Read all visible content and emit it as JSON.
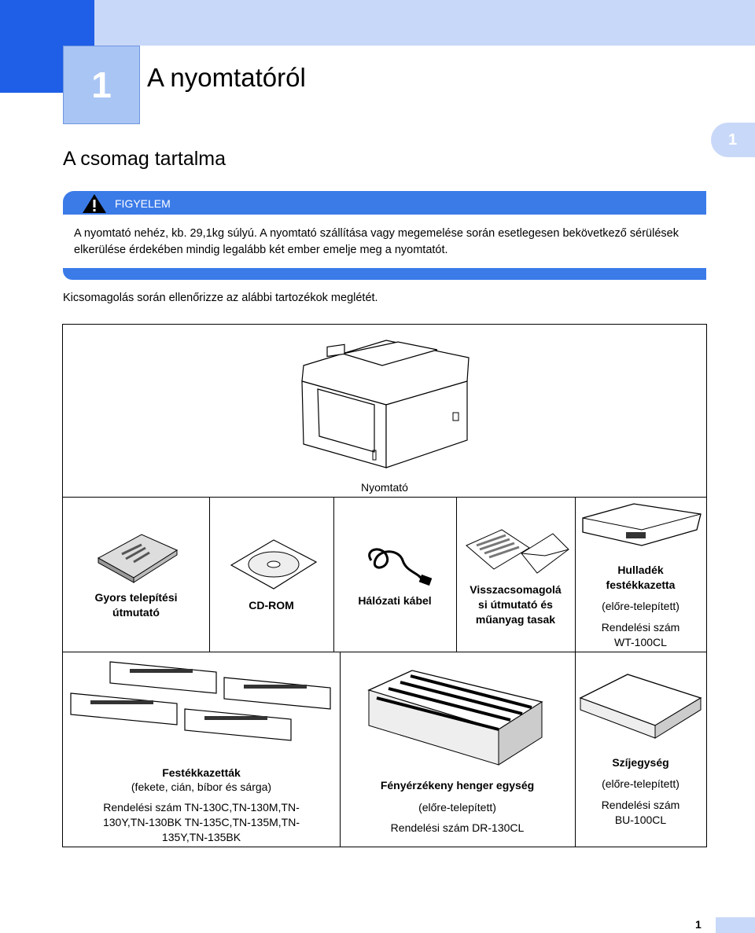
{
  "chapter": {
    "number": "1",
    "title": "A nyomtatóról",
    "side_tab": "1"
  },
  "section_title": "A csomag tartalma",
  "warning": {
    "label": "FIGYELEM",
    "icon": "warning-triangle-icon",
    "text": "A nyomtató nehéz, kb. 29,1kg súlyú. A nyomtató szállítása vagy megemelése során esetlegesen bekövetkező sérülések elkerülése érdekében mindig legalább két ember emelje meg a nyomtatót."
  },
  "intro": "Kicsomagolás során ellenőrizze az alábbi tartozékok meglétét.",
  "items": {
    "printer": {
      "label": "Nyomtató"
    },
    "quick_guide": {
      "label_1": "Gyors telepítési",
      "label_2": "útmutató"
    },
    "cdrom": {
      "label": "CD-ROM"
    },
    "cable": {
      "label": "Hálózati kábel"
    },
    "repack": {
      "label_1": "Visszacsomagolá",
      "label_2": "si útmutató és",
      "label_3": "műanyag tasak"
    },
    "waste_toner": {
      "title_1": "Hulladék",
      "title_2": "festékkazetta",
      "sub": "(előre-telepített)",
      "order_1": "Rendelési szám",
      "order_2": "WT-100CL"
    },
    "toners": {
      "title": "Festékkazetták",
      "sub": "(fekete, cián, bíbor és sárga)",
      "order_1": "Rendelési szám TN-130C,TN-130M,TN-",
      "order_2": "130Y,TN-130BK TN-135C,TN-135M,TN-",
      "order_3": "135Y,TN-135BK"
    },
    "drum": {
      "title": "Fényérzékeny henger egység",
      "sub": "(előre-telepített)",
      "order": "Rendelési szám DR-130CL"
    },
    "belt": {
      "title": "Szíjegység",
      "sub": "(előre-telepített)",
      "order_1": "Rendelési szám",
      "order_2": "BU-100CL"
    }
  },
  "page_number": "1",
  "colors": {
    "primary_blue": "#3b7be8",
    "dark_blue": "#1f5ee6",
    "light_blue": "#c8d8f8",
    "mid_blue": "#a9c5f4"
  }
}
